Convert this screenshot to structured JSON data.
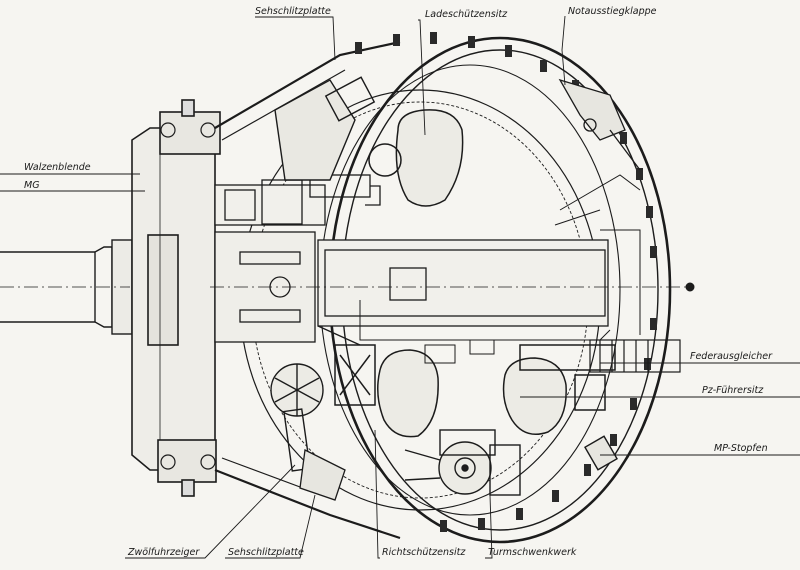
{
  "labels": {
    "sehschlitzplatte_top": "Sehschlitzplatte",
    "ladeschuetzensitz": "Ladeschützensitz",
    "notausstiegklappe": "Notausstiegklappe",
    "walzenblende": "Walzenblende",
    "mg": "MG",
    "federausgleicher": "Federausgleicher",
    "pz_fuehrersitz": "Pz-Führersitz",
    "mp_stopfen": "MP-Stopfen",
    "zwoelfuhrzeiger": "Zwölfuhrzeiger",
    "sehschlitzplatte_bottom": "Sehschlitzplatte",
    "richtschuetzensitz": "Richtschützensitz",
    "turmschwenkwerk": "Turmschwenkwerk"
  },
  "colors": {
    "paper": "#f6f5f1",
    "ink": "#1c1c1c"
  }
}
